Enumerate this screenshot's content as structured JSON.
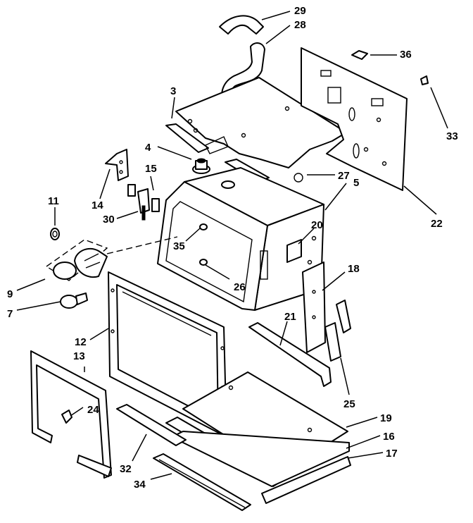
{
  "callouts": [
    {
      "id": "c29",
      "label": "29"
    },
    {
      "id": "c28",
      "label": "28"
    },
    {
      "id": "c36",
      "label": "36"
    },
    {
      "id": "c3",
      "label": "3"
    },
    {
      "id": "c33",
      "label": "33"
    },
    {
      "id": "c4",
      "label": "4"
    },
    {
      "id": "c15",
      "label": "15"
    },
    {
      "id": "c27",
      "label": "27"
    },
    {
      "id": "c5",
      "label": "5"
    },
    {
      "id": "c11",
      "label": "11"
    },
    {
      "id": "c14",
      "label": "14"
    },
    {
      "id": "c30",
      "label": "30"
    },
    {
      "id": "c22",
      "label": "22"
    },
    {
      "id": "c20",
      "label": "20"
    },
    {
      "id": "c35",
      "label": "35"
    },
    {
      "id": "c18",
      "label": "18"
    },
    {
      "id": "c26",
      "label": "26"
    },
    {
      "id": "c9",
      "label": "9"
    },
    {
      "id": "c7",
      "label": "7"
    },
    {
      "id": "c21",
      "label": "21"
    },
    {
      "id": "c12",
      "label": "12"
    },
    {
      "id": "c13",
      "label": "13"
    },
    {
      "id": "c24",
      "label": "24"
    },
    {
      "id": "c25",
      "label": "25"
    },
    {
      "id": "c19",
      "label": "19"
    },
    {
      "id": "c16",
      "label": "16"
    },
    {
      "id": "c17",
      "label": "17"
    },
    {
      "id": "c32",
      "label": "32"
    },
    {
      "id": "c34",
      "label": "34"
    }
  ]
}
